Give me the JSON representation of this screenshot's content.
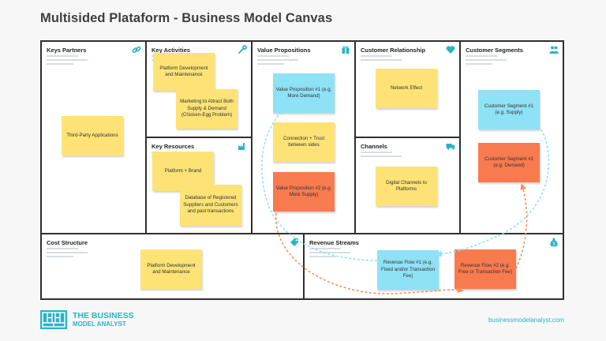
{
  "title": "Multisided Plataform - Business Model Canvas",
  "colors": {
    "yellow": "#fde375",
    "blue": "#8fe1f5",
    "orange": "#f87a4f",
    "brand": "#2ab3c5",
    "icon": "#2ab3c5"
  },
  "blocks": {
    "key_partners": {
      "title": "Keys Partners",
      "icon": "link-icon"
    },
    "key_activities": {
      "title": "Key Activities",
      "icon": "wrench-icon"
    },
    "key_resources": {
      "title": "Key Resources",
      "icon": "factory-icon"
    },
    "value_propositions": {
      "title": "Value Propositions",
      "icon": "gift-icon"
    },
    "customer_relationship": {
      "title": "Customer Relationship",
      "icon": "heart-icon"
    },
    "channels": {
      "title": "Channels",
      "icon": "truck-icon"
    },
    "customer_segments": {
      "title": "Customer Segments",
      "icon": "users-icon"
    },
    "cost_structure": {
      "title": "Cost Structure",
      "icon": "tag-icon"
    },
    "revenue_streams": {
      "title": "Revenue Streams",
      "icon": "money-bag-icon"
    }
  },
  "notes": {
    "partners_1": "Third-Party Applications",
    "activities_1": "Platform Development and Maintenance",
    "activities_2": "Marketing to Attract Both Supply & Demand (Chicken-Egg Problem)",
    "resources_1": "Platform + Brand",
    "resources_2": "Database of Registered Suppliers and Customers and past transactions",
    "vp_1": "Value Proposition #1 (e.g. More Demand)",
    "vp_2": "Connection + Trust between sides",
    "vp_3": "Value Proposition #2 (e.g. More Supply)",
    "relationship_1": "Network Effect",
    "channels_1": "Digital Channels to Platforms",
    "segment_1": "Customer Segment #1 (e.g. Supply)",
    "segment_2": "Customer Segment #2 (e.g. Demand)",
    "cost_1": "Platform Development and Maintenance",
    "revenue_1": "Revenue Flow #1 (e.g. Fixed and/or Transaction Fee)",
    "revenue_2": "Revenue Flow #2 (e.g. Free or Transaction Fee)"
  },
  "footer": {
    "logo_line1": "THE BUSINESS",
    "logo_line2": "MODEL ANALYST",
    "website": "businessmodelanalyst.com"
  }
}
